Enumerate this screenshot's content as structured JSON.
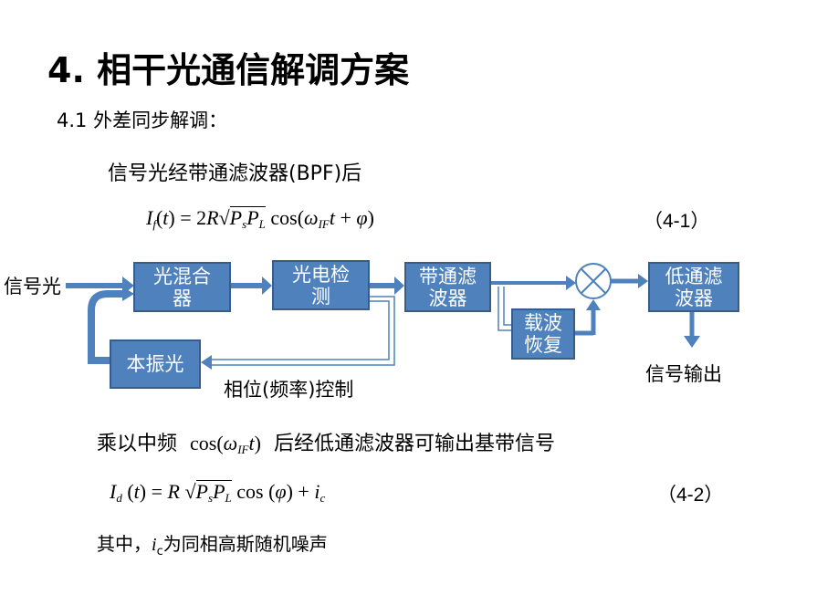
{
  "title": "4. 相干光通信解调方案",
  "subtitle": "4.1 外差同步解调：",
  "intro_text": "信号光经带通滤波器(BPF)后",
  "eq1": {
    "lhs": "I",
    "lhs_sub": "f",
    "arg": "t",
    "rhs_prefix": "2",
    "rhs_R": "R",
    "sqrt_P1": "P",
    "sqrt_P1_sub": "s",
    "sqrt_P2": "P",
    "sqrt_P2_sub": "L",
    "cos": "cos",
    "omega": "ω",
    "omega_sub": "IF",
    "phi": "φ",
    "number": "（4-1）"
  },
  "diagram": {
    "input_label": "信号光",
    "blocks": {
      "mixer": "光混合器",
      "detector": "光电检测",
      "bpf": "带通滤波器",
      "carrier": "载波恢复",
      "lpf": "低通滤波器",
      "lo": "本振光"
    },
    "output_label": "信号输出",
    "feedback_label": "相位(频率)控制"
  },
  "mid_text": {
    "prefix": "乘以中频",
    "cos": "cos",
    "omega": "ω",
    "omega_sub": "IF",
    "t": "t",
    "suffix": "后经低通滤波器可输出基带信号"
  },
  "eq2": {
    "lhs": "I",
    "lhs_sub": "d",
    "arg": "t",
    "R": "R",
    "P1": "P",
    "P1_sub": "s",
    "P2": "P",
    "P2_sub": "L",
    "cos": "cos",
    "phi": "φ",
    "plus": "+",
    "i": "i",
    "i_sub": "c",
    "number": "（4-2）"
  },
  "last_text": {
    "prefix": "其中，",
    "i": "i",
    "i_sub": "c",
    "suffix": "为同相高斯随机噪声"
  },
  "colors": {
    "block_fill": "#4f81bd",
    "block_border": "#385d8a",
    "text": "#000000"
  }
}
